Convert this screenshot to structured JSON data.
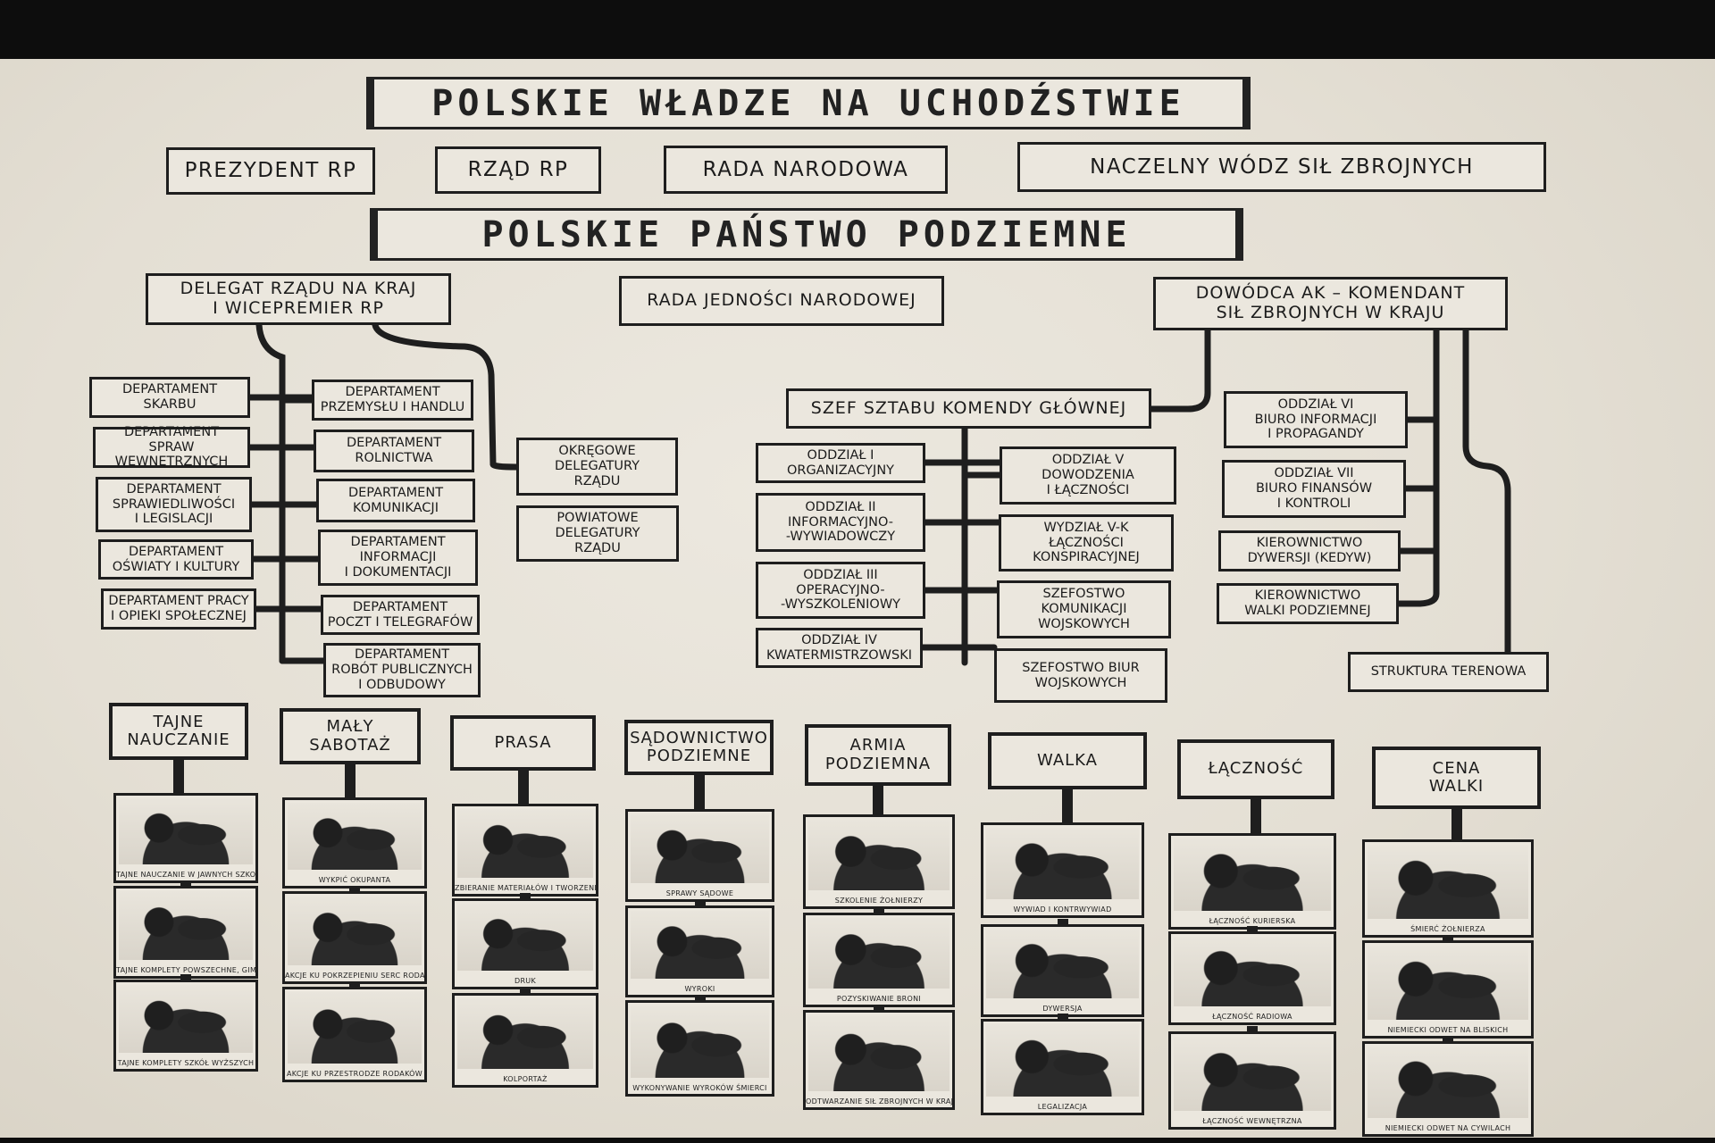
{
  "titles": {
    "exile": "POLSKIE WŁADZE NA UCHODŹSTWIE",
    "underground": "POLSKIE PAŃSTWO PODZIEMNE"
  },
  "exile_bodies": [
    "PREZYDENT RP",
    "RZĄD RP",
    "RADA NARODOWA",
    "NACZELNY WÓDZ SIŁ ZBROJNYCH"
  ],
  "underground_heads": {
    "delegat": "DELEGAT RZĄDU NA KRAJ\nI WICEPREMIER RP",
    "rada": "RADA JEDNOŚCI NARODOWEJ",
    "dowodca": "DOWÓDCA AK – KOMENDANT\nSIŁ ZBROJNYCH W KRAJU"
  },
  "departments_left": [
    "DEPARTAMENT\nSKARBU",
    "DEPARTAMENT\nSPRAW WEWNĘTRZNYCH",
    "DEPARTAMENT\nSPRAWIEDLIWOŚCI\nI LEGISLACJI",
    "DEPARTAMENT\nOŚWIATY I KULTURY",
    "DEPARTAMENT PRACY\nI OPIEKI SPOŁECZNEJ"
  ],
  "departments_right": [
    "DEPARTAMENT\nPRZEMYSŁU I HANDLU",
    "DEPARTAMENT\nROLNICTWA",
    "DEPARTAMENT\nKOMUNIKACJI",
    "DEPARTAMENT\nINFORMACJI\nI DOKUMENTACJI",
    "DEPARTAMENT\nPOCZT I TELEGRAFÓW",
    "DEPARTAMENT\nROBÓT PUBLICZNYCH\nI ODBUDOWY"
  ],
  "delegatury": [
    "OKRĘGOWE\nDELEGATURY\nRZĄDU",
    "POWIATOWE\nDELEGATURY\nRZĄDU"
  ],
  "staff": {
    "chief": "SZEF SZTABU KOMENDY GŁÓWNEJ",
    "left": [
      "ODDZIAŁ I\nORGANIZACYJNY",
      "ODDZIAŁ II\nINFORMACYJNO-\n-WYWIADOWCZY",
      "ODDZIAŁ III\nOPERACYJNO-\n-WYSZKOLENIOWY",
      "ODDZIAŁ IV\nKWATERMISTRZOWSKI"
    ],
    "right": [
      "ODDZIAŁ V\nDOWODZENIA\nI ŁĄCZNOŚCI",
      "WYDZIAŁ V-K\nŁĄCZNOŚCI\nKONSPIRACYJNEJ",
      "SZEFOSTWO\nKOMUNIKACJI\nWOJSKOWYCH",
      "SZEFOSTWO BIUR\nWOJSKOWYCH"
    ]
  },
  "commander_units": [
    "ODDZIAŁ VI\nBIURO INFORMACJI\nI PROPAGANDY",
    "ODDZIAŁ VII\nBIURO FINANSÓW\nI KONTROLI",
    "KIEROWNICTWO\nDYWERSJI (KEDYW)",
    "KIEROWNICTWO\nWALKI PODZIEMNEJ"
  ],
  "territorial": "STRUKTURA TERENOWA",
  "categories": [
    {
      "title": "TAJNE\nNAUCZANIE",
      "panels": [
        "TAJNE NAUCZANIE W JAWNYCH SZKOŁACH",
        "TAJNE KOMPLETY POWSZECHNE, GIMNAZJALNE I LICEALNE",
        "TAJNE KOMPLETY SZKÓŁ WYŻSZYCH"
      ]
    },
    {
      "title": "MAŁY\nSABOTAŻ",
      "panels": [
        "WYKPIĆ OKUPANTA",
        "AKCJE KU POKRZEPIENIU SERC RODAKÓW",
        "AKCJE KU PRZESTRODZE RODAKÓW"
      ]
    },
    {
      "title": "PRASA",
      "panels": [
        "ZBIERANIE MATERIAŁÓW I TWORZENIE TEKSTÓW",
        "DRUK",
        "KOLPORTAŻ"
      ]
    },
    {
      "title": "SĄDOWNICTWO\nPODZIEMNE",
      "panels": [
        "SPRAWY SĄDOWE",
        "WYROKI",
        "WYKONYWANIE WYROKÓW ŚMIERCI"
      ]
    },
    {
      "title": "ARMIA\nPODZIEMNA",
      "panels": [
        "SZKOLENIE ŻOŁNIERZY",
        "POZYSKIWANIE BRONI",
        "ODTWARZANIE SIŁ ZBROJNYCH W KRAJU"
      ]
    },
    {
      "title": "WALKA",
      "panels": [
        "WYWIAD I KONTRWYWIAD",
        "DYWERSJA",
        "LEGALIZACJA"
      ]
    },
    {
      "title": "ŁĄCZNOŚĆ",
      "panels": [
        "ŁĄCZNOŚĆ KURIERSKA",
        "ŁĄCZNOŚĆ RADIOWA",
        "ŁĄCZNOŚĆ WEWNĘTRZNA"
      ]
    },
    {
      "title": "CENA\nWALKI",
      "panels": [
        "ŚMIERĆ ŻOŁNIERZA",
        "NIEMIECKI ODWET NA BLISKICH",
        "NIEMIECKI ODWET NA CYWILACH"
      ]
    }
  ],
  "colors": {
    "board": "#e8e4da",
    "ink": "#1e1e1e",
    "frame": "#0d0d0d"
  }
}
